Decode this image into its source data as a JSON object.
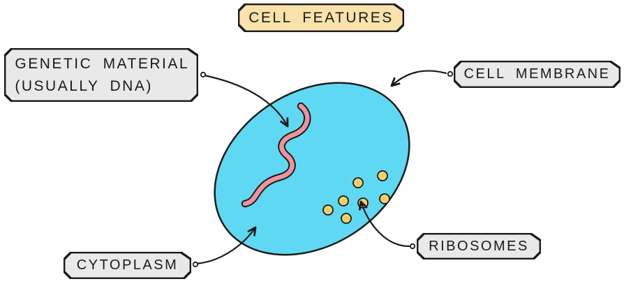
{
  "title": {
    "label": "CELL FEATURES"
  },
  "labels": {
    "genetic_material": {
      "line1": "GENETIC MATERIAL",
      "line2": "(USUALLY DNA)"
    },
    "cell_membrane": {
      "label": "CELL MEMBRANE"
    },
    "cytoplasm": {
      "label": "CYTOPLASM"
    },
    "ribosomes": {
      "label": "RIBOSOMES"
    }
  },
  "colors": {
    "title_bg": "#fbe2ab",
    "label_bg": "#e9e9e9",
    "outline": "#1a1a1a",
    "cell_fill": "#5fd9f3",
    "dna": "#f0929c",
    "ribosome": "#f5cf6a"
  }
}
